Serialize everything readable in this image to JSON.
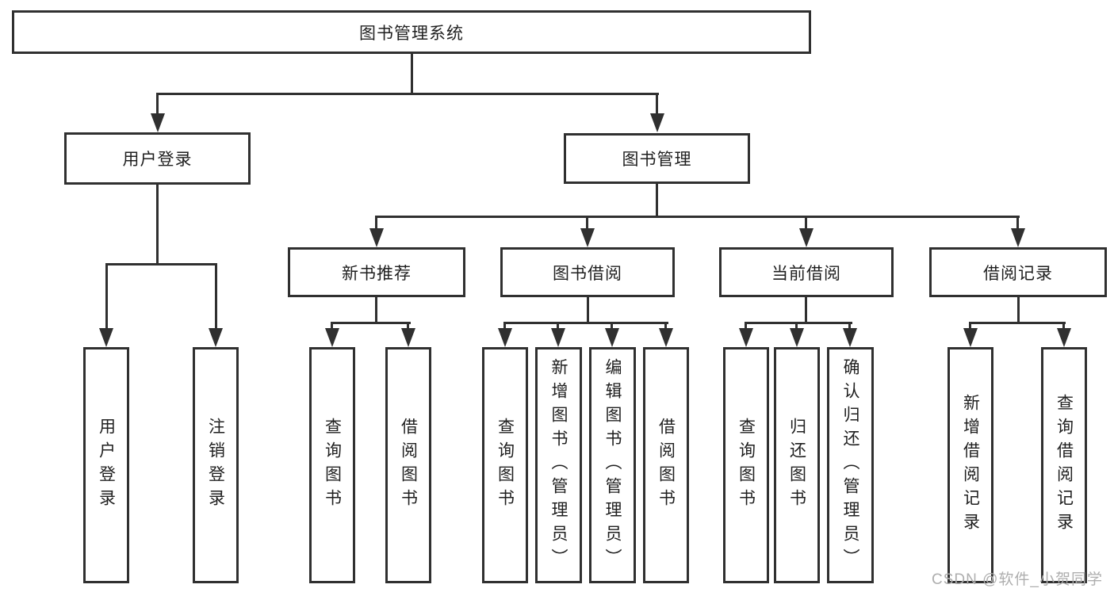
{
  "colors": {
    "line": "#303030",
    "text": "#1f1f1f",
    "background": "#ffffff",
    "watermark": "#aeaeae"
  },
  "tree": {
    "root": "图书管理系统",
    "user_login": {
      "label": "用户登录",
      "children": [
        "用户登录",
        "注销登录"
      ]
    },
    "book_management": {
      "label": "图书管理",
      "sections": [
        {
          "label": "新书推荐",
          "children": [
            "查询图书",
            "借阅图书"
          ]
        },
        {
          "label": "图书借阅",
          "children": [
            "查询图书",
            "新增图书（管理员）",
            "编辑图书（管理员）",
            "借阅图书"
          ]
        },
        {
          "label": "当前借阅",
          "children": [
            "查询图书",
            "归还图书",
            "确认归还（管理员）"
          ]
        },
        {
          "label": "借阅记录",
          "children": [
            "新增借阅记录",
            "查询借阅记录"
          ]
        }
      ]
    }
  },
  "watermark": "CSDN @软件_小贺同学"
}
